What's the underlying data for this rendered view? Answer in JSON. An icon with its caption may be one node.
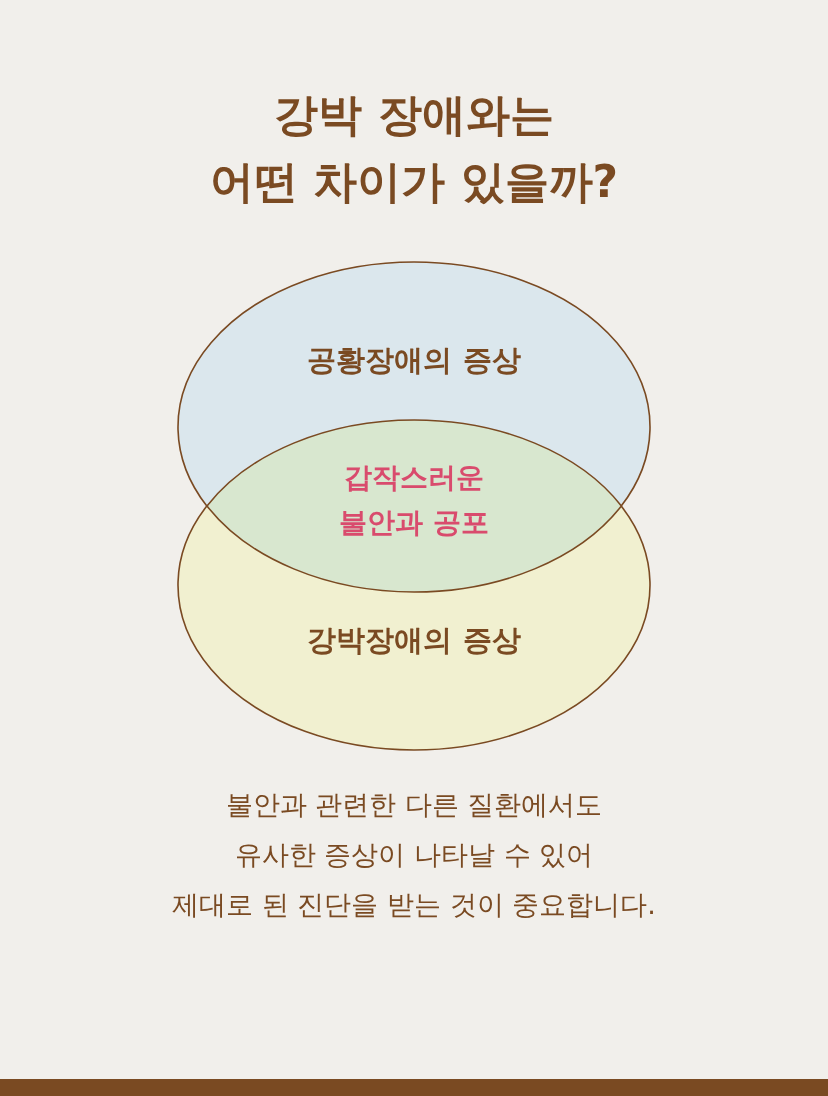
{
  "diagram": {
    "title": "강박 장애와는 어떤 차이가 있을까?",
    "nodes": [
      {
        "text": [
          "공황장애의 증상"
        ]
      },
      {
        "text": [
          "갑작스러운 불안과 공포"
        ]
      },
      {
        "text": [
          "강박장애의 증상"
        ]
      }
    ],
    "caption": "불안과 관련한 다른 질환에서도 유사한 증상이 나타날 수 있어 제대로 된 진단을 받는 것이 중요합니다."
  }
}
